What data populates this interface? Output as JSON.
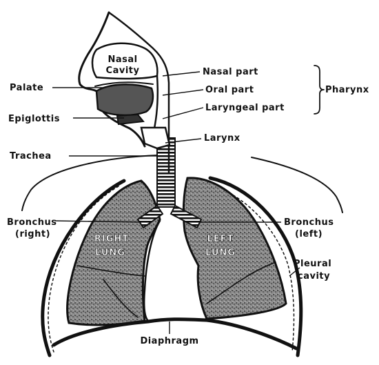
{
  "labels": {
    "palate": "Palate",
    "epiglottis": "Epiglottis",
    "trachea": "Trachea",
    "nasal_cavity_line1": "Nasal",
    "nasal_cavity_line2": "Cavity",
    "nasal_part": "Nasal part",
    "oral_part": "Oral part",
    "laryngeal_part": "Laryngeal part",
    "pharynx": "Pharynx",
    "larynx": "Larynx",
    "bronchus_right_line1": "Bronchus",
    "bronchus_right_line2": "(right)",
    "bronchus_left_line1": "Bronchus",
    "bronchus_left_line2": "(left)",
    "right_lung_line1": "RIGHT",
    "right_lung_line2": "LUNG",
    "left_lung_line1": "LEFT",
    "left_lung_line2": "LUNG",
    "pleural_cavity_line1": "Pleural",
    "pleural_cavity_line2": "cavity",
    "diaphragm": "Diaphragm"
  },
  "colors": {
    "ink": "#111111",
    "paper": "#ffffff",
    "lung_fill": "#7a7a7a"
  }
}
